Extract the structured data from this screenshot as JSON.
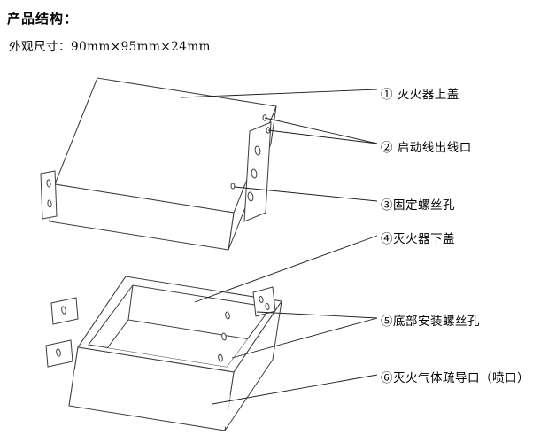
{
  "page": {
    "title": "产品结构：",
    "dimensions": "外观尺寸：90mm×95mm×24mm"
  },
  "callouts": [
    {
      "label": "① 灭火器上盖"
    },
    {
      "label": "② 启动线出线口"
    },
    {
      "label": "③固定螺丝孔"
    },
    {
      "label": "④灭火器下盖"
    },
    {
      "label": "⑤底部安装螺丝孔"
    },
    {
      "label": "⑥灭火气体疏导口（喷口）"
    }
  ],
  "diagram": {
    "line_color": "#3c3c3c",
    "parts": [
      "upper-cover",
      "wire-outlet-holes",
      "fixing-screw-hole",
      "lower-cover",
      "bottom-mounting-screw-holes",
      "gas-outlet-perforations"
    ]
  }
}
